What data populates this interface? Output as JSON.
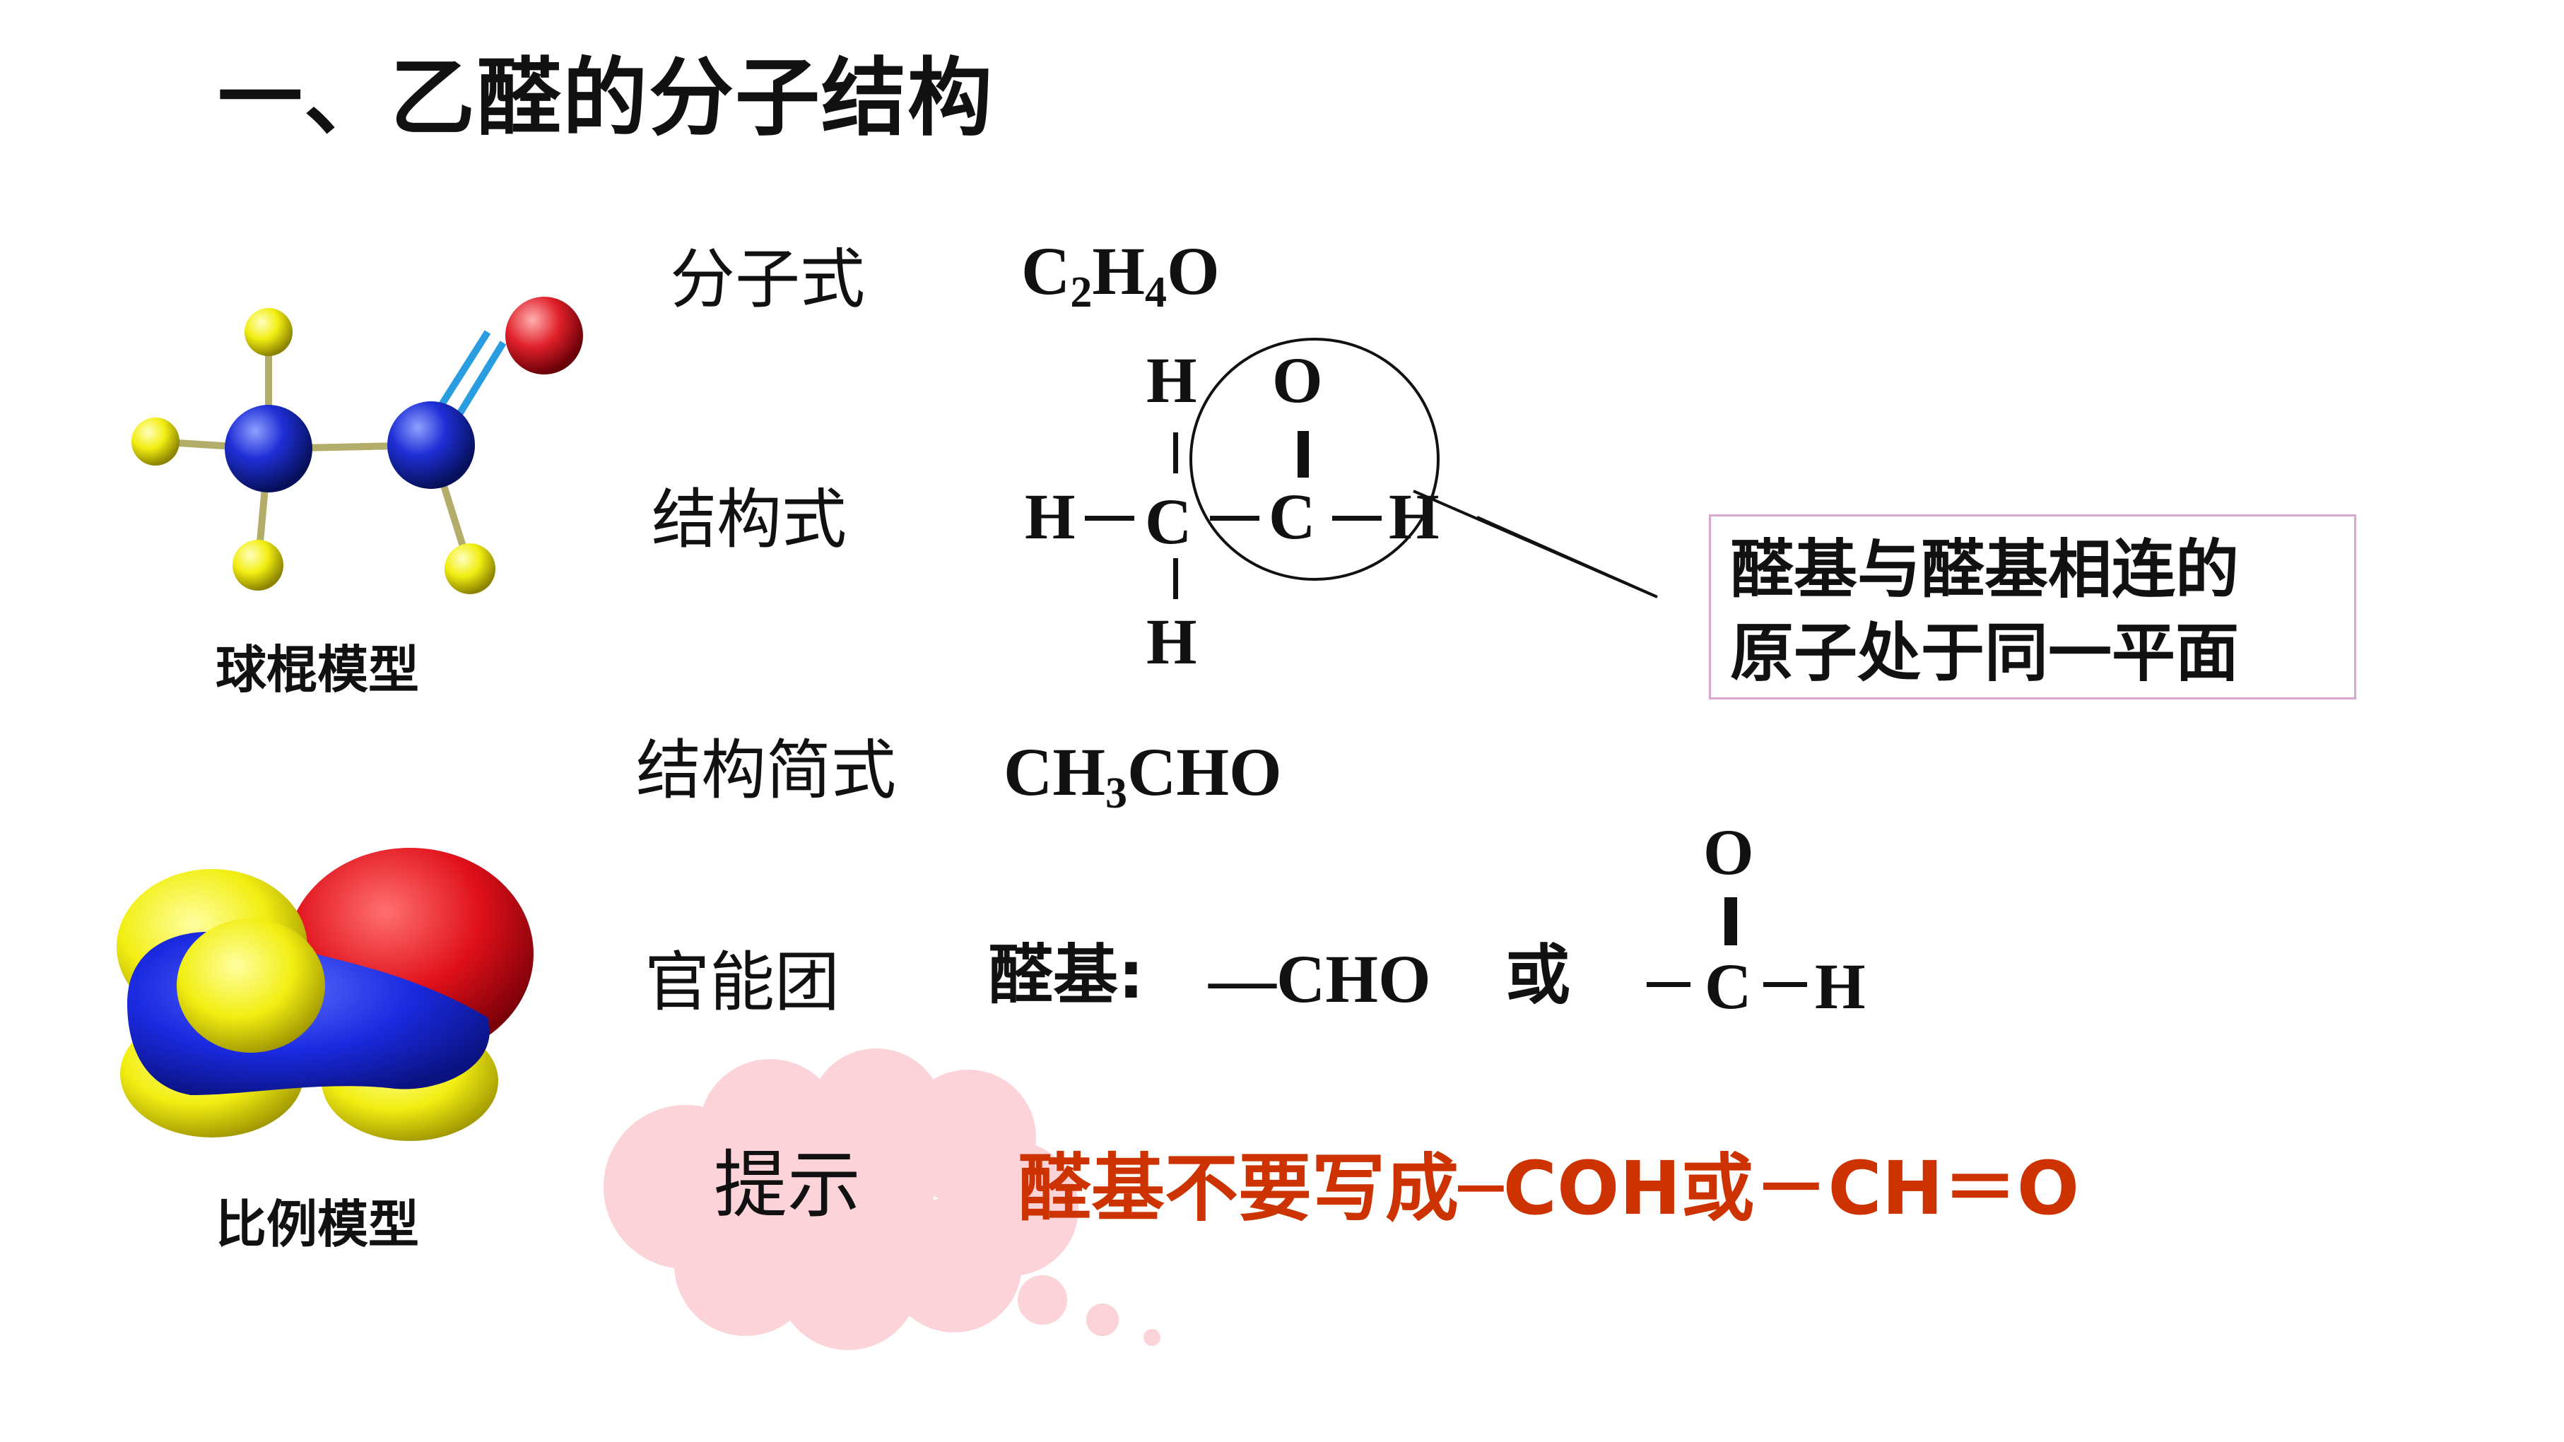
{
  "title": "一、乙醛的分子结构",
  "models": {
    "ball_stick_caption": "球棍模型",
    "space_fill_caption": "比例模型"
  },
  "rows": {
    "molecular_formula": {
      "label": "分子式",
      "parts": [
        "C",
        "2",
        "H",
        "4",
        "O"
      ]
    },
    "structural_formula": {
      "label": "结构式",
      "atoms": {
        "h_top": "H",
        "o_top": "O",
        "h_left": "H",
        "c1": "C",
        "c2": "C",
        "h_right": "H",
        "h_bottom": "H"
      }
    },
    "condensed_formula": {
      "label": "结构简式",
      "parts": [
        "CH",
        "3",
        "CHO"
      ]
    },
    "functional_group": {
      "label": "官能团",
      "name": "醛基:",
      "dash_formula": "—CHO",
      "or": "或",
      "atoms": {
        "o": "O",
        "c": "C",
        "h": "H"
      }
    }
  },
  "callout": {
    "line1": "醛基与醛基相连的",
    "line2": "原子处于同一平面"
  },
  "hint": {
    "label": "提示",
    "warning": "醛基不要写成─COH或－CH＝O"
  },
  "colors": {
    "carbon": "#1f2fd6",
    "hydrogen": "#f2ee12",
    "oxygen": "#e0202a",
    "double_bond": "#2a9de0",
    "cloud": "#fbd3d8",
    "warning": "#cc3300",
    "callout_border": "#d9a7d0"
  }
}
